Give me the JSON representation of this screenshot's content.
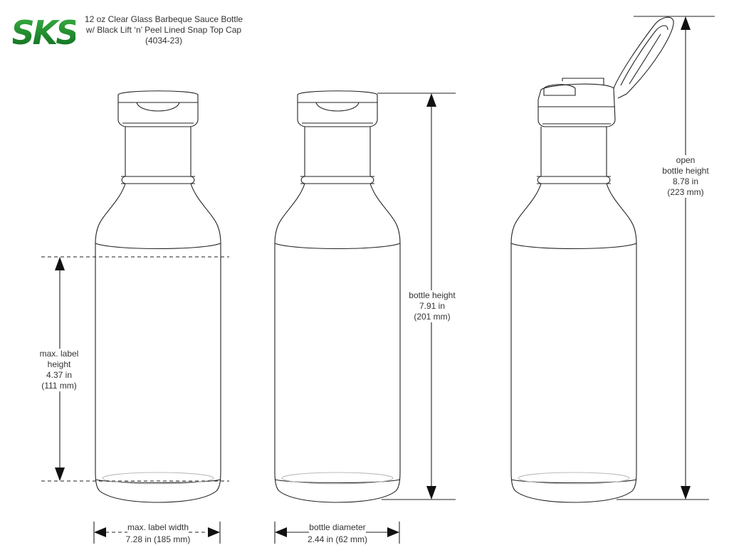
{
  "logo": {
    "text": "SKS",
    "color_top": "#3cb043",
    "color_bottom": "#0c6b1e"
  },
  "title": {
    "line1": "12 oz Clear Glass Barbeque Sauce Bottle",
    "line2": "w/ Black Lift ‘n’ Peel Lined Snap Top Cap",
    "line3": "(4034-23)"
  },
  "dimensions": {
    "label_height": {
      "line1": "max. label",
      "line2": "height",
      "line3": "4.37 in",
      "line4": "(111 mm)"
    },
    "label_width": {
      "line1": "max. label width",
      "line2": "7.28 in (185 mm)"
    },
    "bottle_diameter": {
      "line1": "bottle diameter",
      "line2": "2.44 in (62 mm)"
    },
    "bottle_height": {
      "line1": "bottle height",
      "line2": "7.91 in",
      "line3": "(201 mm)"
    },
    "open_height": {
      "line1": "open",
      "line2": "bottle height",
      "line3": "8.78 in",
      "line4": "(223 mm)"
    }
  },
  "colors": {
    "line": "#222222",
    "faint": "#bbbbbb"
  }
}
